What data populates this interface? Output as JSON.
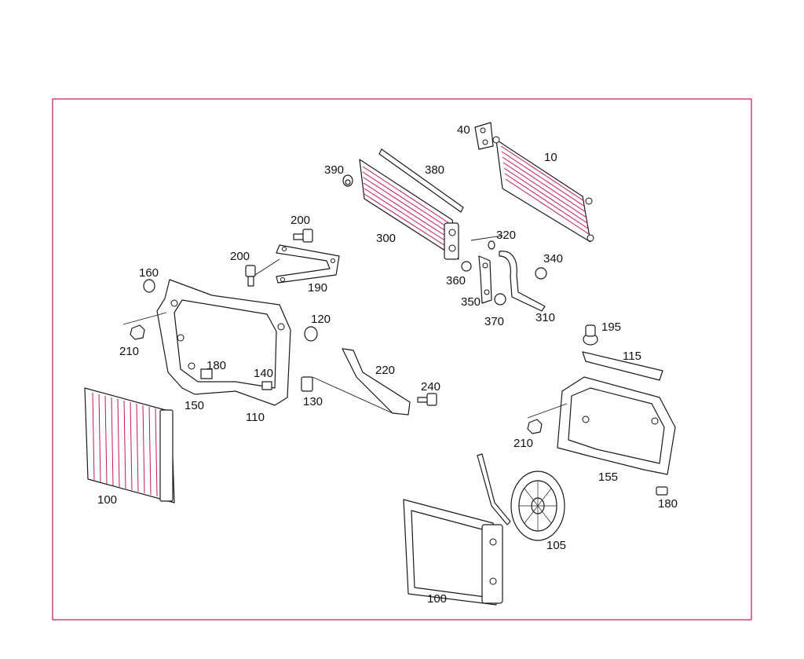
{
  "diagram": {
    "frame_color": "#c8184a",
    "part_numbers": [
      "10",
      "40",
      "380",
      "390",
      "300",
      "320",
      "340",
      "360",
      "350",
      "370",
      "310",
      "200",
      "200",
      "190",
      "160",
      "210",
      "120",
      "180",
      "140",
      "150",
      "110",
      "130",
      "220",
      "240",
      "195",
      "115",
      "210",
      "155",
      "180",
      "105",
      "100",
      "100"
    ]
  }
}
